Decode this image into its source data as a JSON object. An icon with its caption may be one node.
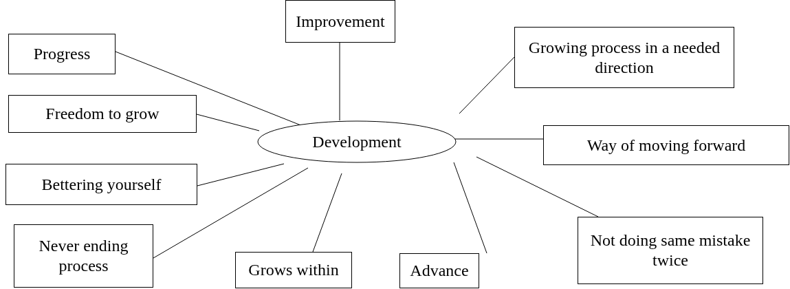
{
  "diagram": {
    "nodes": [
      {
        "text": [
          "Improvement"
        ]
      },
      {
        "text": [
          "Progress"
        ]
      },
      {
        "text": [
          "Growing process in a needed direction"
        ]
      },
      {
        "text": [
          "Freedom to grow"
        ]
      },
      {
        "text": [
          "Development"
        ]
      },
      {
        "text": [
          "Way of moving forward"
        ]
      },
      {
        "text": [
          "Bettering yourself"
        ]
      },
      {
        "text": [
          "Never ending process"
        ]
      },
      {
        "text": [
          "Grows within"
        ]
      },
      {
        "text": [
          "Advance"
        ]
      },
      {
        "text": [
          "Not doing same mistake twice"
        ]
      }
    ],
    "edges": [
      {
        "from": 4,
        "to": 0,
        "arrow": "none"
      },
      {
        "from": 4,
        "to": 1,
        "arrow": "none"
      },
      {
        "from": 4,
        "to": 2,
        "arrow": "none"
      },
      {
        "from": 4,
        "to": 3,
        "arrow": "none"
      },
      {
        "from": 4,
        "to": 5,
        "arrow": "none"
      },
      {
        "from": 4,
        "to": 6,
        "arrow": "none"
      },
      {
        "from": 4,
        "to": 7,
        "arrow": "none"
      },
      {
        "from": 4,
        "to": 8,
        "arrow": "none"
      },
      {
        "from": 4,
        "to": 9,
        "arrow": "none"
      },
      {
        "from": 4,
        "to": 10,
        "arrow": "none"
      }
    ]
  }
}
